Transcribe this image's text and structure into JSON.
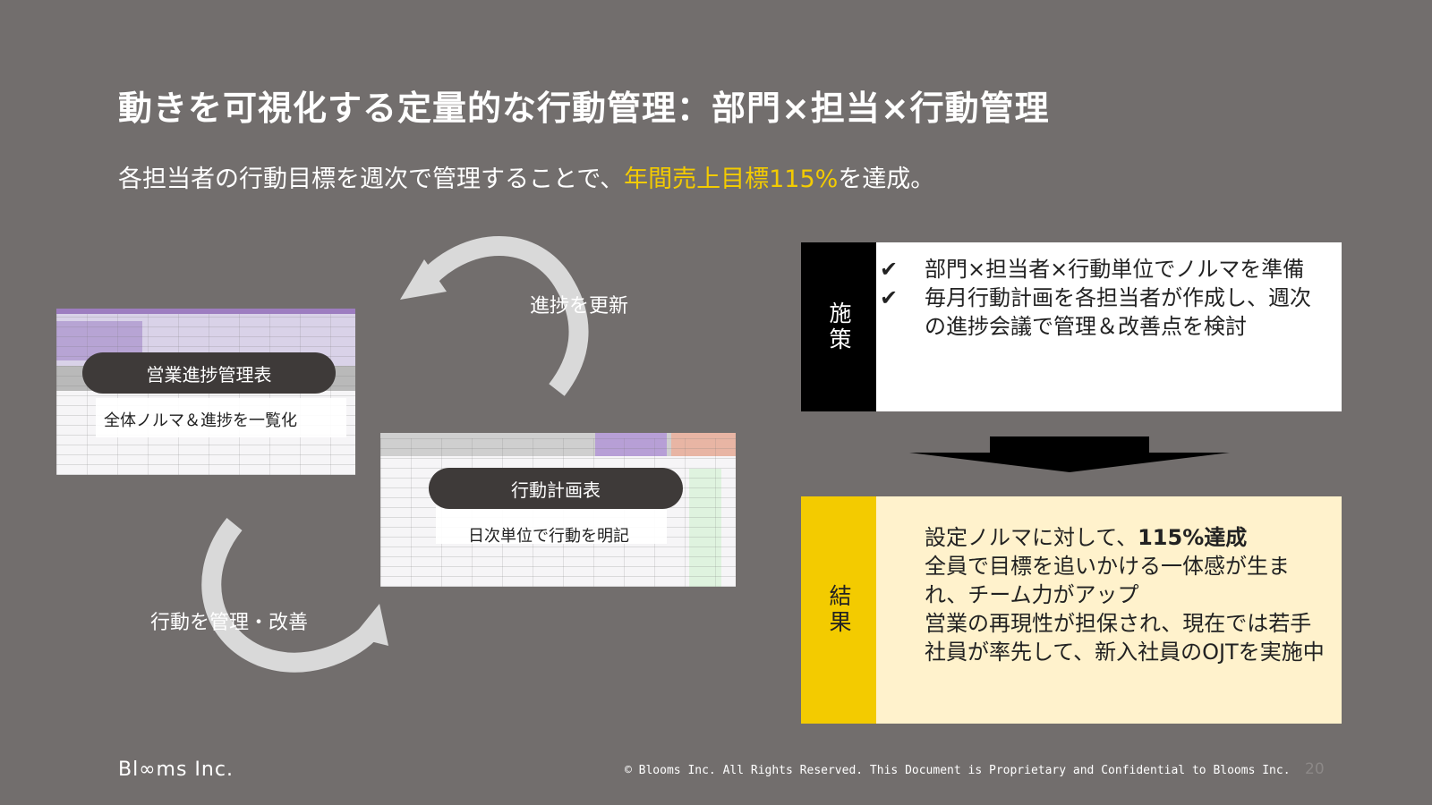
{
  "title": "動きを可視化する定量的な行動管理：部門×担当×行動管理",
  "subtitle": {
    "before": "各担当者の行動目標を週次で管理することで、",
    "highlight": "年間売上目標115%",
    "after": "を達成。"
  },
  "cycle": {
    "top_label": "進捗を更新",
    "bottom_label": "行動を管理・改善"
  },
  "sheets": [
    {
      "name": "営業進捗管理表",
      "caption": "全体ノルマ＆進捗を一覧化"
    },
    {
      "name": "行動計画表",
      "caption": "日次単位で行動を明記"
    }
  ],
  "measures": {
    "heading": "施策",
    "items": [
      {
        "mark": "✔",
        "text": "部門×担当者×行動単位でノルマを準備"
      },
      {
        "mark": "✔",
        "text": "毎月行動計画を各担当者が作成し、週次の進捗会議で管理＆改善点を検討"
      }
    ]
  },
  "results": {
    "heading": "結果",
    "items": [
      {
        "mark": "",
        "text": "設定ノルマに対して、",
        "bold": "115%達成"
      },
      {
        "mark": "",
        "text": "全員で目標を追いかける一体感が生まれ、チーム力がアップ",
        "bold": ""
      },
      {
        "mark": "",
        "text": "営業の再現性が担保され、現在では若手社員が率先して、新入社員のOJTを実施中",
        "bold": ""
      }
    ]
  },
  "footer": {
    "logo": "Bl∞ms Inc.",
    "copyright": "© Blooms Inc. All Rights Reserved. This Document is Proprietary and Confidential to Blooms Inc.",
    "page": "20"
  },
  "colors": {
    "background": "#726e6d",
    "accent_yellow": "#f3cb00",
    "results_bg": "#fff2cc",
    "pill": "#3e3a39"
  }
}
